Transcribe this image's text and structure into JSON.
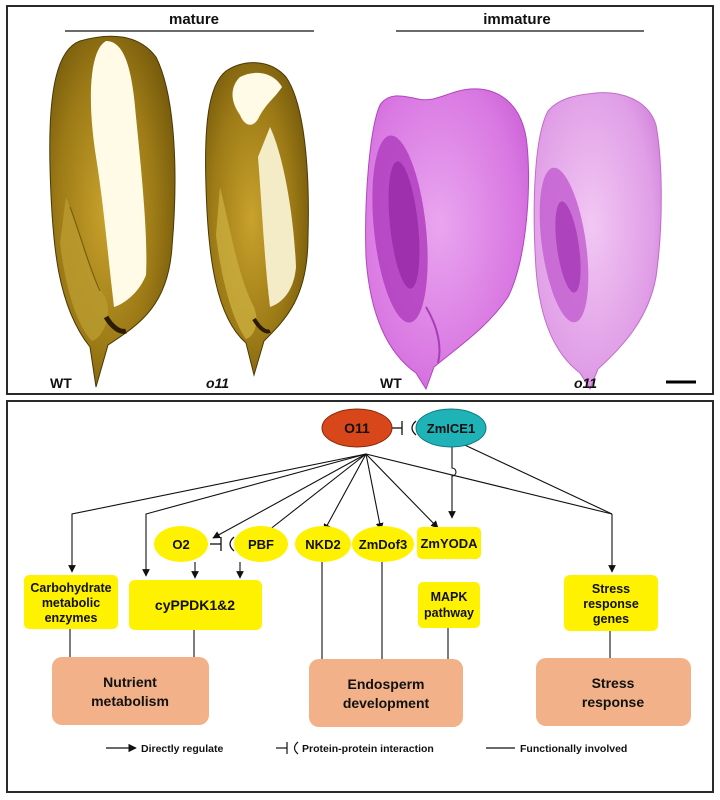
{
  "headers": {
    "mature": "mature",
    "immature": "immature"
  },
  "specimens": [
    {
      "label": "WT",
      "italic": false
    },
    {
      "label": "o11",
      "italic": true
    },
    {
      "label": "WT",
      "italic": false
    },
    {
      "label": "o11",
      "italic": true
    }
  ],
  "colors": {
    "o11_node": "#d8471a",
    "zmice1_node": "#1fb3b8",
    "gene_node": "#fff200",
    "outcome_box": "#f2b188",
    "stain": "#d96fe0",
    "kernel_dark": "#8a6a10",
    "kernel_light": "#fdf7da"
  },
  "nodes": {
    "o11": "O11",
    "zmice1": "ZmICE1",
    "o2": "O2",
    "pbf": "PBF",
    "nkd2": "NKD2",
    "zmdof3": "ZmDof3",
    "zmyoda": "ZmYODA",
    "carb": [
      "Carbohydrate",
      "metabolic",
      "enzymes"
    ],
    "cyppdk": "cyPPDK1&2",
    "mapk": [
      "MAPK",
      "pathway"
    ],
    "stress_genes": [
      "Stress",
      "response",
      "genes"
    ]
  },
  "outcomes": {
    "nutrient": [
      "Nutrient",
      "metabolism"
    ],
    "endosperm": [
      "Endosperm",
      "development"
    ],
    "stress": [
      "Stress",
      "response"
    ]
  },
  "legend": {
    "direct": "Directly regulate",
    "ppi": "Protein-protein interaction",
    "functional": "Functionally involved"
  }
}
